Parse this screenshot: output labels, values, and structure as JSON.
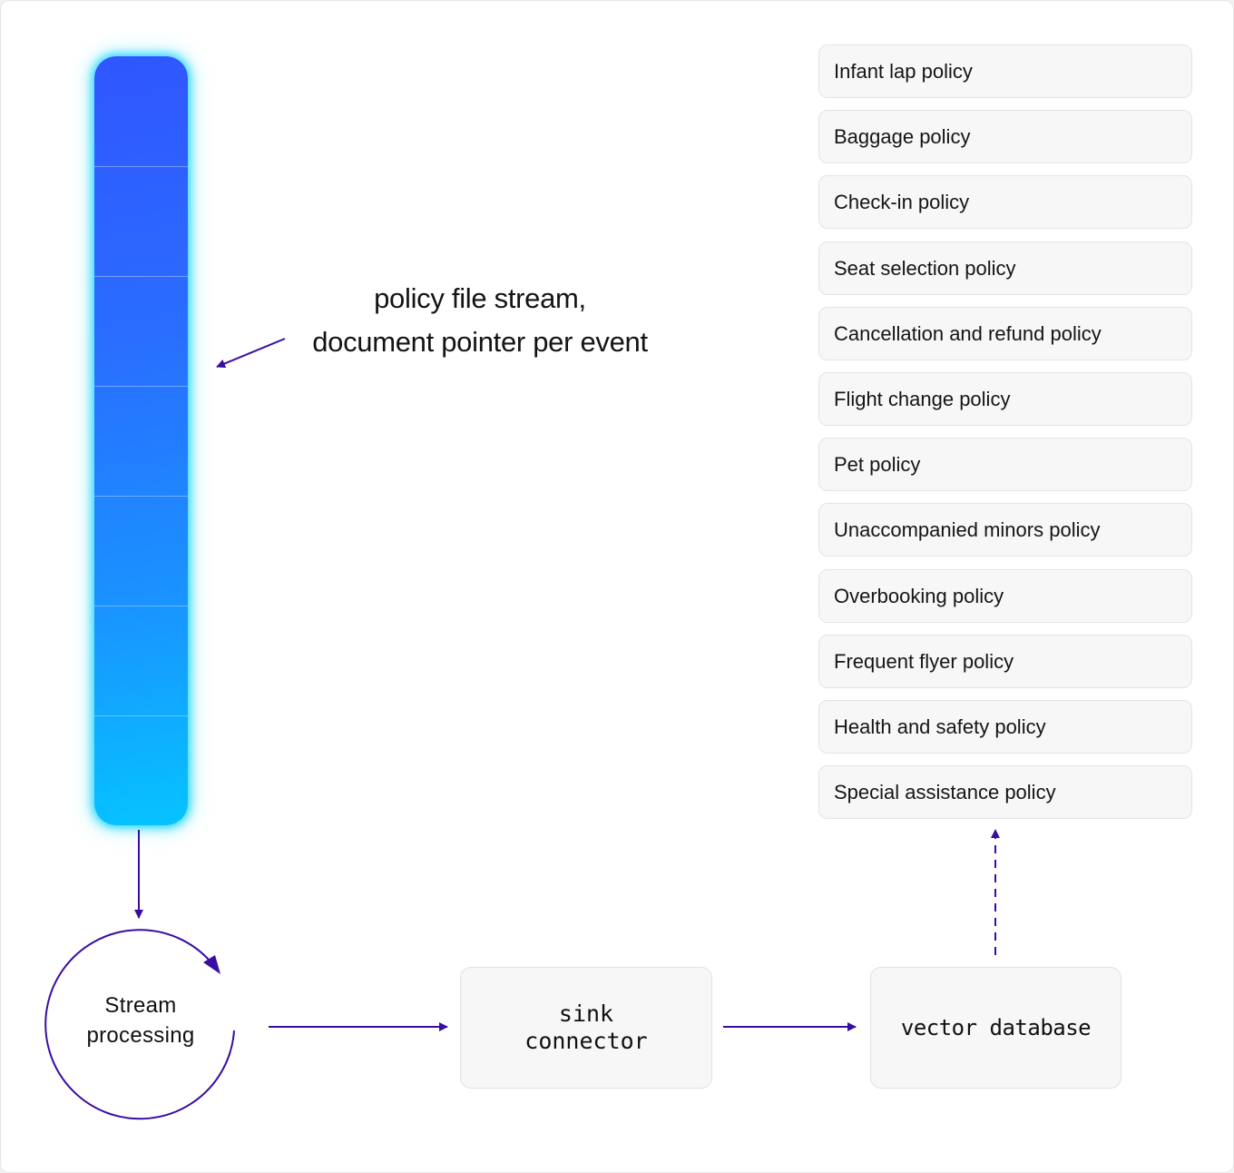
{
  "stream": {
    "label_line1": "policy file stream,",
    "label_line2": "document pointer per event",
    "segments": 7,
    "colors": {
      "top": "#3056ff",
      "bottom": "#06c3ff",
      "glow": "#14d2ff"
    }
  },
  "policies": [
    "Infant lap policy",
    "Baggage policy",
    "Check-in policy",
    "Seat selection policy",
    "Cancellation and refund policy",
    "Flight change policy",
    "Pet policy",
    "Unaccompanied minors policy",
    "Overbooking policy",
    "Frequent flyer policy",
    "Health and safety policy",
    "Special assistance policy"
  ],
  "nodes": {
    "stream_processing": {
      "line1": "Stream",
      "line2": "processing"
    },
    "sink_connector": {
      "line1": "sink",
      "line2": "connector"
    },
    "vector_database": {
      "label": "vector database"
    }
  },
  "colors": {
    "arrow": "#3a0ca3",
    "node_fill": "#f7f7f7",
    "node_border": "#e2e2e2"
  }
}
